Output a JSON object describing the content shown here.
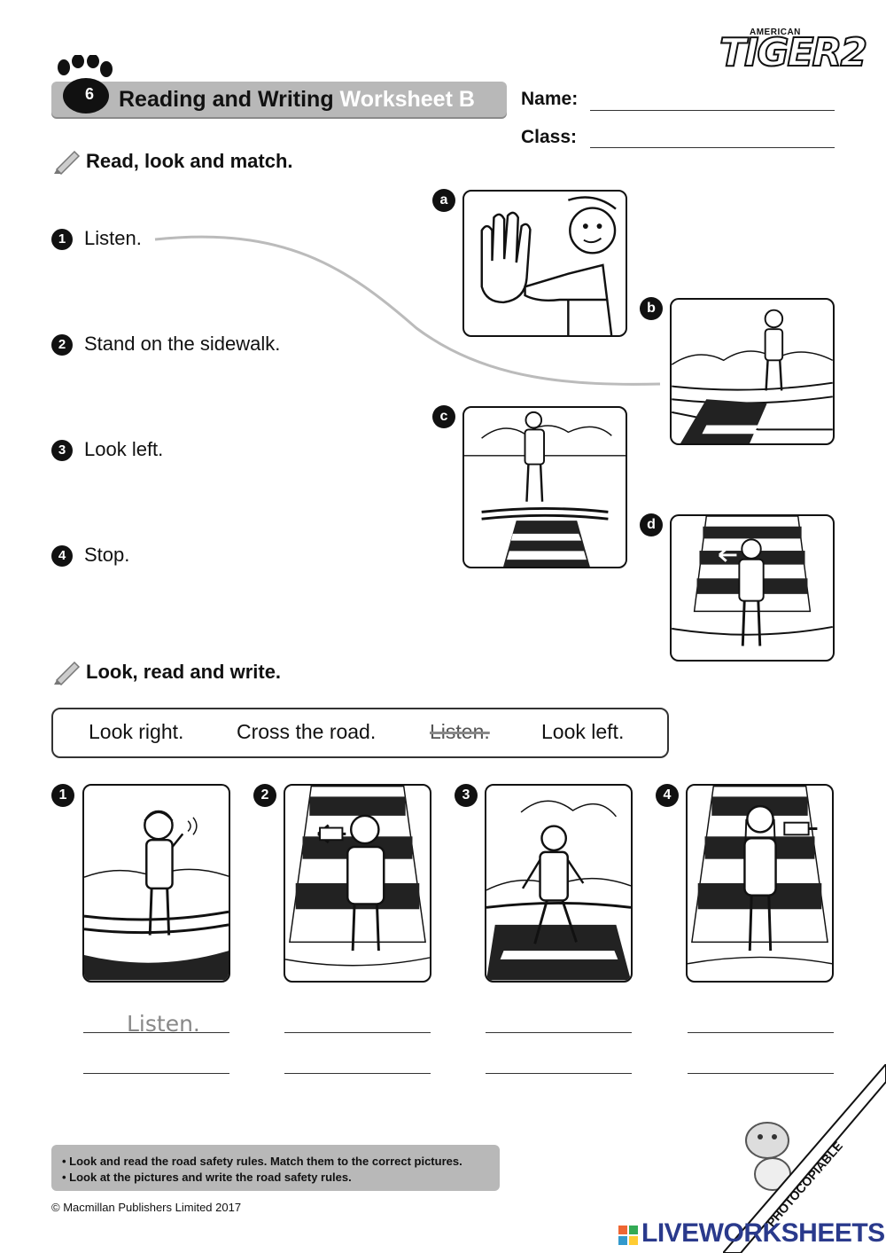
{
  "header": {
    "unit_number": "6",
    "title_main": "Reading and Writing",
    "title_sub": "Worksheet B",
    "logo_small": "AMERICAN",
    "logo_main": "TIGER2",
    "name_label": "Name:",
    "class_label": "Class:"
  },
  "section1": {
    "heading": "Read, look and match.",
    "items": [
      {
        "num": "1",
        "text": "Listen."
      },
      {
        "num": "2",
        "text": "Stand on the sidewalk."
      },
      {
        "num": "3",
        "text": "Look left."
      },
      {
        "num": "4",
        "text": "Stop."
      }
    ],
    "pictures": [
      {
        "letter": "a",
        "icon": "stop-hand-picture"
      },
      {
        "letter": "b",
        "icon": "girl-listening-picture"
      },
      {
        "letter": "c",
        "icon": "boy-on-sidewalk-picture"
      },
      {
        "letter": "d",
        "icon": "boy-looking-left-picture"
      }
    ]
  },
  "section2": {
    "heading": "Look, read and write.",
    "words": [
      "Look right.",
      "Cross the road.",
      "Listen.",
      "Look left."
    ],
    "struck_word": "Listen.",
    "pictures": [
      {
        "num": "1",
        "icon": "girl-listening-picture"
      },
      {
        "num": "2",
        "icon": "boy-looking-left-picture"
      },
      {
        "num": "3",
        "icon": "boy-crossing-road-picture"
      },
      {
        "num": "4",
        "icon": "girl-looking-right-picture"
      }
    ],
    "example_answer": "Listen."
  },
  "footer": {
    "notes": [
      "• Look and read the road safety rules. Match them to the correct pictures.",
      "• Look at the pictures and write the road safety rules."
    ],
    "copyright": "© Macmillan Publishers Limited 2017",
    "photocopiable": "PHOTOCOPIABLE",
    "watermark": "LIVEWORKSHEETS"
  }
}
